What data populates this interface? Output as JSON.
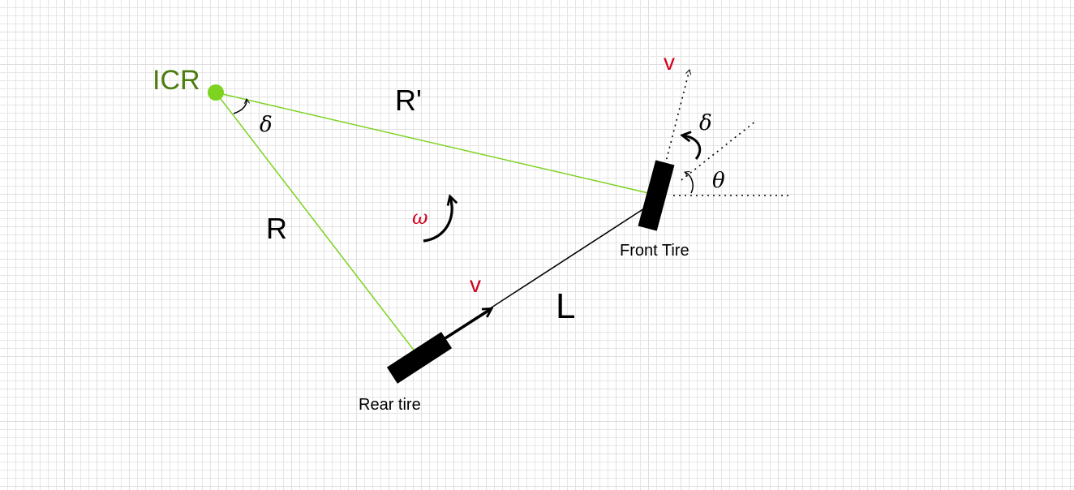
{
  "labels": {
    "icr": "ICR",
    "r_prime": "R'",
    "r": "R",
    "l": "L",
    "v_rear": "v",
    "v_front": "v",
    "omega": "ω",
    "delta_icr": "δ",
    "delta_front": "δ",
    "theta": "θ",
    "front_tire": "Front Tire",
    "rear_tire": "Rear tire"
  },
  "colors": {
    "green_line": "#7ed321",
    "icr_dot": "#7ed321",
    "icr_text": "#4d7c0f",
    "velocity_red": "#d0021b",
    "ink": "#000000"
  }
}
